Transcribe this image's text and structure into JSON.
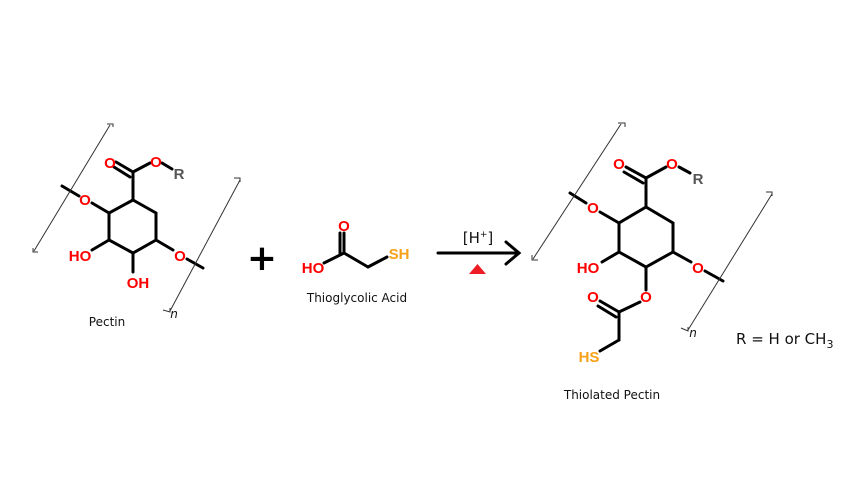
{
  "reaction": {
    "reactant1": {
      "name": "Pectin",
      "atoms": {
        "o_carbonyl": "O",
        "o_ester": "O",
        "r": "R",
        "o_left": "O",
        "ho": "HO",
        "oh": "OH",
        "o_right": "O",
        "n": "n"
      }
    },
    "plus": "+",
    "reactant2": {
      "name": "Thioglycolic Acid",
      "atoms": {
        "o_carbonyl": "O",
        "ho": "HO",
        "sh": "SH"
      }
    },
    "conditions": {
      "catalyst": "[H",
      "catalyst_sup": "+",
      "catalyst_close": "]",
      "heat_symbol": "heat-triangle"
    },
    "product": {
      "name": "Thiolated Pectin",
      "atoms": {
        "o_carbonyl": "O",
        "o_ester": "O",
        "r": "R",
        "o_left": "O",
        "ho": "HO",
        "o_link": "O",
        "o_thio_carbonyl": "O",
        "hs": "HS",
        "o_right": "O",
        "n": "n"
      }
    },
    "legend": {
      "text": "R = H or CH",
      "sub": "3"
    }
  },
  "colors": {
    "oxygen": "#ff0000",
    "sulfur": "#f7a11a",
    "r_group": "#555555",
    "heat": "#ee1c24"
  }
}
